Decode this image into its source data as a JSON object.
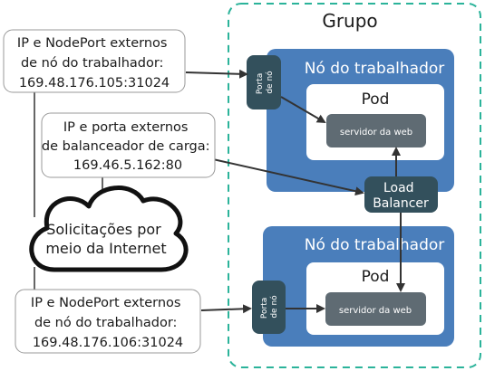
{
  "cluster": {
    "label": "Grupo"
  },
  "worker1": {
    "title": "Nó do trabalhador",
    "pod": "Pod",
    "server": "servidor da web",
    "port_line1": "Porta",
    "port_line2": "de nó"
  },
  "worker2": {
    "title": "Nó do trabalhador",
    "pod": "Pod",
    "server": "servidor da web",
    "port_line1": "Porta",
    "port_line2": "de nó"
  },
  "load_balancer": {
    "line1": "Load",
    "line2": "Balancer"
  },
  "box_top": {
    "line1": "IP e NodePort externos",
    "line2": "de nó do trabalhador:",
    "line3": "169.48.176.105:31024"
  },
  "box_mid": {
    "line1": "IP e porta externos",
    "line2": "de balanceador de carga:",
    "line3": "169.46.5.162:80"
  },
  "box_bot": {
    "line1": "IP e NodePort externos",
    "line2": "de nó do trabalhador:",
    "line3": "169.48.176.106:31024"
  },
  "cloud": {
    "line1": "Solicitações por",
    "line2": "meio da Internet"
  },
  "colors": {
    "node": "#4a7ebb",
    "dark": "#33505c",
    "server": "#5f6b73",
    "cluster_border": "#2bb39a"
  }
}
